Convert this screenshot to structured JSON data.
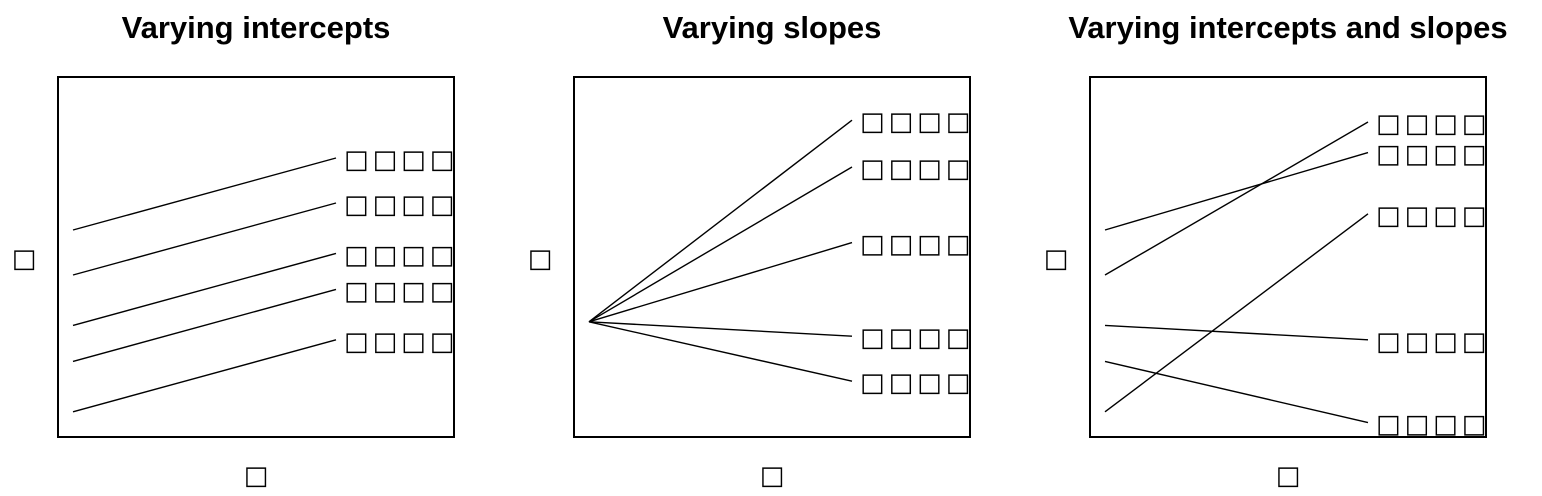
{
  "chart_data": [
    {
      "type": "line",
      "title": "Varying intercepts",
      "xlabel": "□",
      "ylabel": "□",
      "xlim": [
        0,
        1
      ],
      "ylim": [
        0,
        1
      ],
      "grid": false,
      "series": [
        {
          "label": "□□□□",
          "x": [
            0,
            1
          ],
          "y": [
            0.575,
            0.775
          ]
        },
        {
          "label": "□□□□",
          "x": [
            0,
            1
          ],
          "y": [
            0.45,
            0.65
          ]
        },
        {
          "label": "□□□□",
          "x": [
            0,
            1
          ],
          "y": [
            0.31,
            0.51
          ]
        },
        {
          "label": "□□□□",
          "x": [
            0,
            1
          ],
          "y": [
            0.21,
            0.41
          ]
        },
        {
          "label": "□□□□",
          "x": [
            0,
            1
          ],
          "y": [
            0.07,
            0.27
          ]
        }
      ]
    },
    {
      "type": "line",
      "title": "Varying slopes",
      "xlabel": "□",
      "ylabel": "□",
      "xlim": [
        0,
        1
      ],
      "ylim": [
        0,
        1
      ],
      "grid": false,
      "series": [
        {
          "label": "□□□□",
          "x": [
            0,
            1
          ],
          "y": [
            0.32,
            0.88
          ]
        },
        {
          "label": "□□□□",
          "x": [
            0,
            1
          ],
          "y": [
            0.32,
            0.75
          ]
        },
        {
          "label": "□□□□",
          "x": [
            0,
            1
          ],
          "y": [
            0.32,
            0.54
          ]
        },
        {
          "label": "□□□□",
          "x": [
            0,
            1
          ],
          "y": [
            0.32,
            0.28
          ]
        },
        {
          "label": "□□□□",
          "x": [
            0,
            1
          ],
          "y": [
            0.32,
            0.155
          ]
        }
      ]
    },
    {
      "type": "line",
      "title": "Varying intercepts and slopes",
      "xlabel": "□",
      "ylabel": "□",
      "xlim": [
        0,
        1
      ],
      "ylim": [
        0,
        1
      ],
      "grid": false,
      "series": [
        {
          "label": "□□□□",
          "x": [
            0,
            1
          ],
          "y": [
            0.45,
            0.875
          ]
        },
        {
          "label": "□□□□",
          "x": [
            0,
            1
          ],
          "y": [
            0.575,
            0.79
          ]
        },
        {
          "label": "□□□□",
          "x": [
            0,
            1
          ],
          "y": [
            0.07,
            0.62
          ]
        },
        {
          "label": "□□□□",
          "x": [
            0,
            1
          ],
          "y": [
            0.31,
            0.27
          ]
        },
        {
          "label": "□□□□",
          "x": [
            0,
            1
          ],
          "y": [
            0.21,
            0.04
          ]
        }
      ]
    }
  ]
}
